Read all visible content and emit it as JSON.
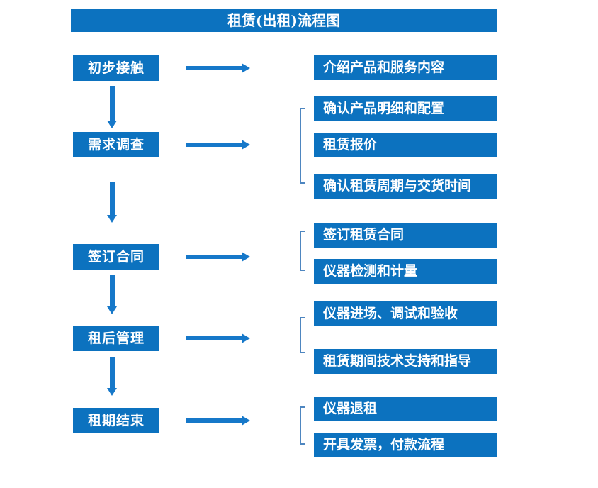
{
  "title": "租赁(出租)流程图",
  "colors": {
    "box": "#0c72bf",
    "arrow": "#1678c9",
    "bracket": "#4e86c0",
    "box-text": "#ffffff",
    "background": "#ffffff"
  },
  "stages": [
    {
      "label": "初步接触",
      "details": [
        "介绍产品和服务内容"
      ]
    },
    {
      "label": "需求调查",
      "details": [
        "确认产品明细和配置",
        "租赁报价",
        "确认租赁周期与交货时间"
      ]
    },
    {
      "label": "签订合同",
      "details": [
        "签订租赁合同",
        "仪器检测和计量"
      ]
    },
    {
      "label": "租后管理",
      "details": [
        "仪器进场、调试和验收",
        "租赁期间技术支持和指导"
      ]
    },
    {
      "label": "租期结束",
      "details": [
        "仪器退租",
        "开具发票，付款流程"
      ]
    }
  ]
}
